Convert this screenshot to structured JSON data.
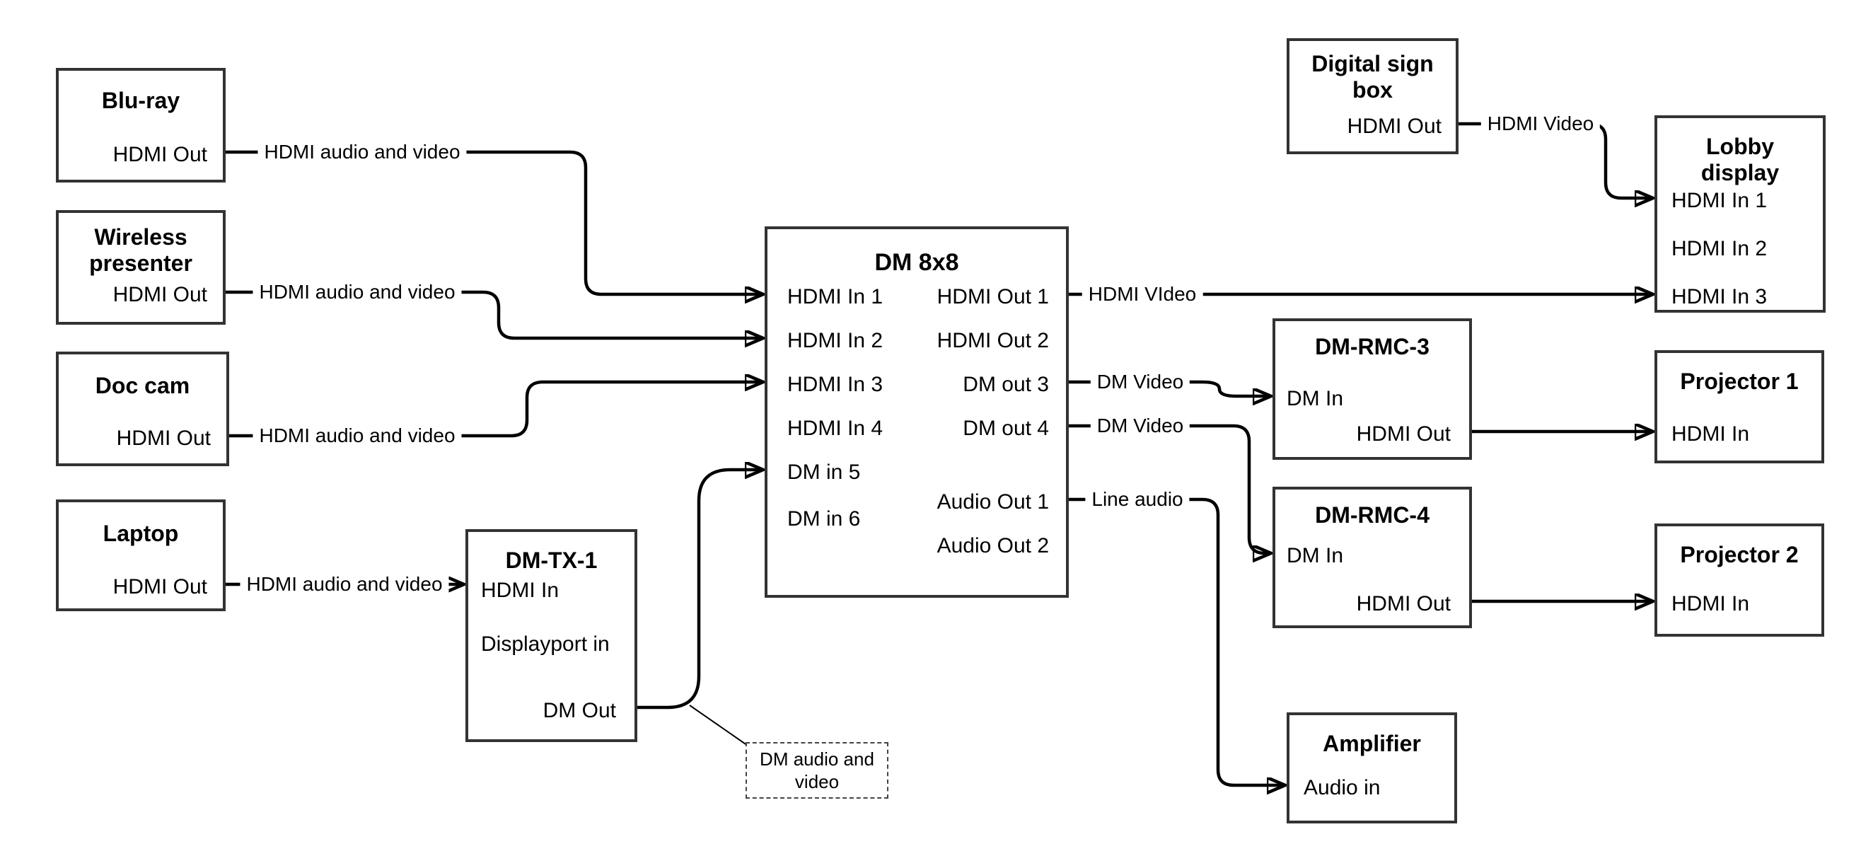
{
  "nodes": {
    "bluray": {
      "title": "Blu-ray",
      "port": "HDMI Out"
    },
    "wireless": {
      "title": "Wireless presenter",
      "port": "HDMI Out"
    },
    "doccam": {
      "title": "Doc cam",
      "port": "HDMI Out"
    },
    "laptop": {
      "title": "Laptop",
      "port": "HDMI Out"
    },
    "dmtx1": {
      "title": "DM-TX-1",
      "port_hdmi_in": "HDMI In",
      "port_displayport_in": "Displayport in",
      "port_dm_out": "DM Out"
    },
    "dm8x8": {
      "title": "DM 8x8",
      "inputs": [
        "HDMI In 1",
        "HDMI In 2",
        "HDMI In 3",
        "HDMI In 4",
        "DM in 5",
        "DM in 6"
      ],
      "outputs": [
        "HDMI Out 1",
        "HDMI Out 2",
        "DM out 3",
        "DM out 4",
        "Audio Out 1",
        "Audio Out 2"
      ]
    },
    "digital_sign": {
      "title": "Digital sign box",
      "port": "HDMI Out"
    },
    "lobby": {
      "title": "Lobby display",
      "ports": [
        "HDMI In 1",
        "HDMI In 2",
        "HDMI In 3"
      ]
    },
    "rmc3": {
      "title": "DM-RMC-3",
      "port_dm_in": "DM In",
      "port_hdmi_out": "HDMI Out"
    },
    "proj1": {
      "title": "Projector 1",
      "port": "HDMI In"
    },
    "rmc4": {
      "title": "DM-RMC-4",
      "port_dm_in": "DM In",
      "port_hdmi_out": "HDMI Out"
    },
    "proj2": {
      "title": "Projector 2",
      "port": "HDMI In"
    },
    "amplifier": {
      "title": "Amplifier",
      "port": "Audio in"
    }
  },
  "wire_labels": {
    "bluray_to_dm8x8": "HDMI audio and video",
    "wireless_to_dm8x8": "HDMI audio and video",
    "doccam_to_dm8x8": "HDMI audio and video",
    "laptop_to_dmtx1": "HDMI audio and video",
    "hdmiout1_to_lobby": "HDMI VIdeo",
    "dmout3_to_rmc3": "DM Video",
    "dmout4_to_rmc4": "DM Video",
    "audioout1_to_amp": "Line audio",
    "sign_to_lobby": "HDMI Video"
  },
  "callout": {
    "text": "DM audio and video"
  },
  "colors": {
    "wire": "#000000",
    "box_border": "#333333",
    "background": "#ffffff"
  }
}
